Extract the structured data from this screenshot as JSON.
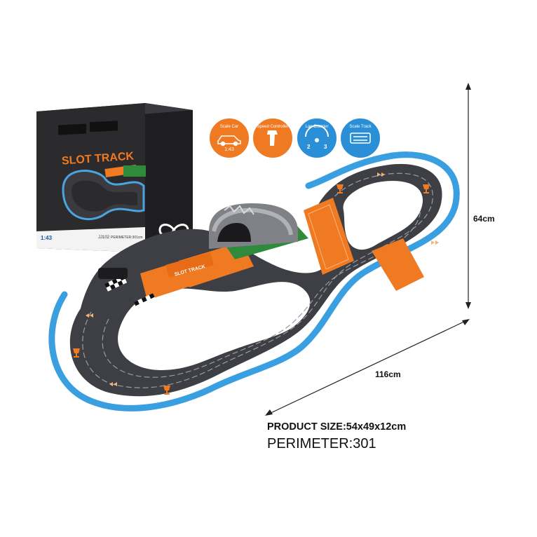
{
  "dimensions": {
    "height": "64cm",
    "width": "116cm"
  },
  "specs": {
    "product_size": "PRODUCT SIZE:54x49x12cm",
    "perimeter": "PERIMETER:301"
  },
  "features": [
    {
      "label": "Scale Car",
      "value": "1:43",
      "color": "#f07a22",
      "icon": "car-icon"
    },
    {
      "label": "Speed Controller",
      "value": "",
      "color": "#f07a22",
      "icon": "controller-icon"
    },
    {
      "label": "Lap Counter",
      "value": "",
      "color": "#2a8fd6",
      "icon": "lap-counter-icon"
    },
    {
      "label": "Scale Track",
      "value": "",
      "color": "#2a8fd6",
      "icon": "track-piece-icon"
    }
  ],
  "box": {
    "brand": "SLOT TRACK",
    "scale": "1:43",
    "model": "JJ102",
    "side_text": "SLOT TRACK",
    "perimeter_note": "PERIMETER:301cm"
  },
  "track_sign": "SLOT TRACK",
  "colors": {
    "track": "#3d3f44",
    "track_edge": "#2b2c30",
    "orange": "#f07a22",
    "blue_rail": "#3a9fe0",
    "box_dark": "#2a2a2d"
  }
}
